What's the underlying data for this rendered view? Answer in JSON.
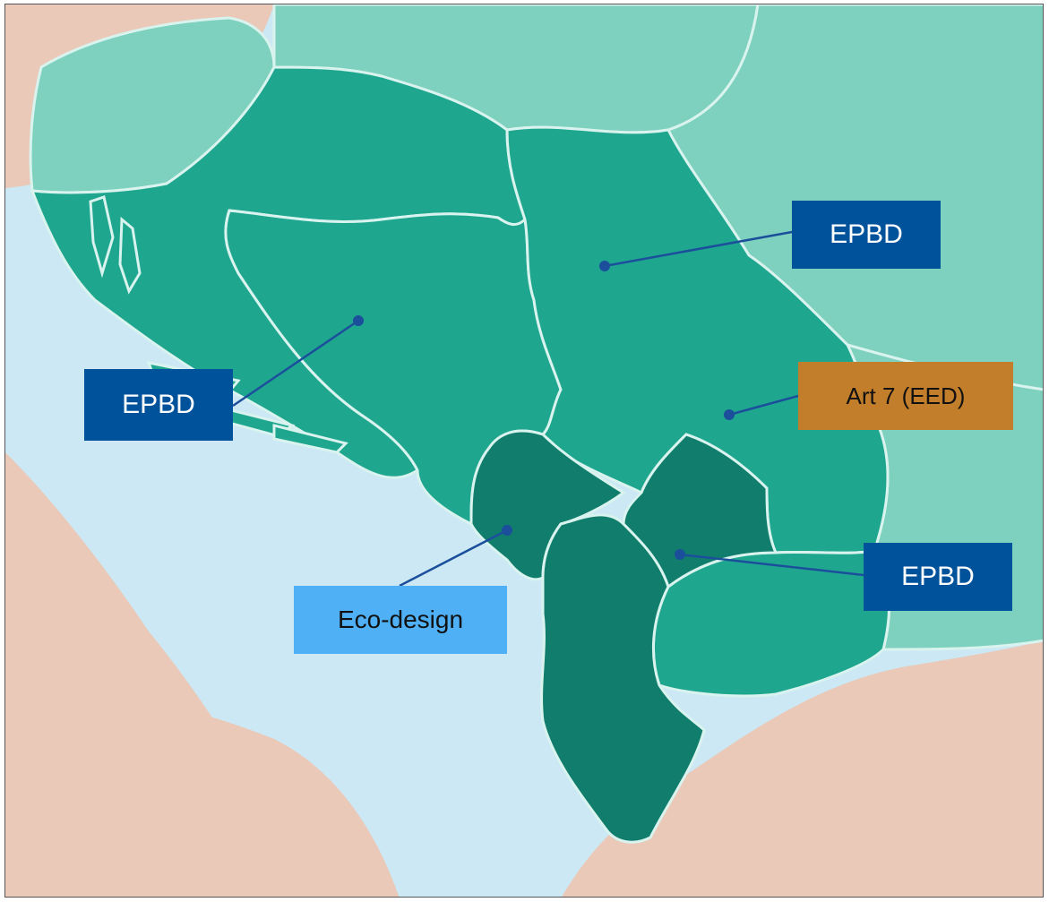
{
  "colors": {
    "sea": "#cce8f4",
    "land_outside": "#eac9b8",
    "neighbour_green": "#7fd1bf",
    "region_green": "#1fa68f",
    "region_dark": "#117d6c",
    "border": "#d9f3ee",
    "epbd_label": "#00529b",
    "art7_label": "#c27e2b",
    "ecodesign_label": "#4fb0f5",
    "callout_line": "#1b4f9c"
  },
  "labels": {
    "serbia": "EPBD",
    "bosnia": "EPBD",
    "east": "Art 7 (EED)",
    "kosovo": "EPBD",
    "montenegro": "Eco-design"
  }
}
